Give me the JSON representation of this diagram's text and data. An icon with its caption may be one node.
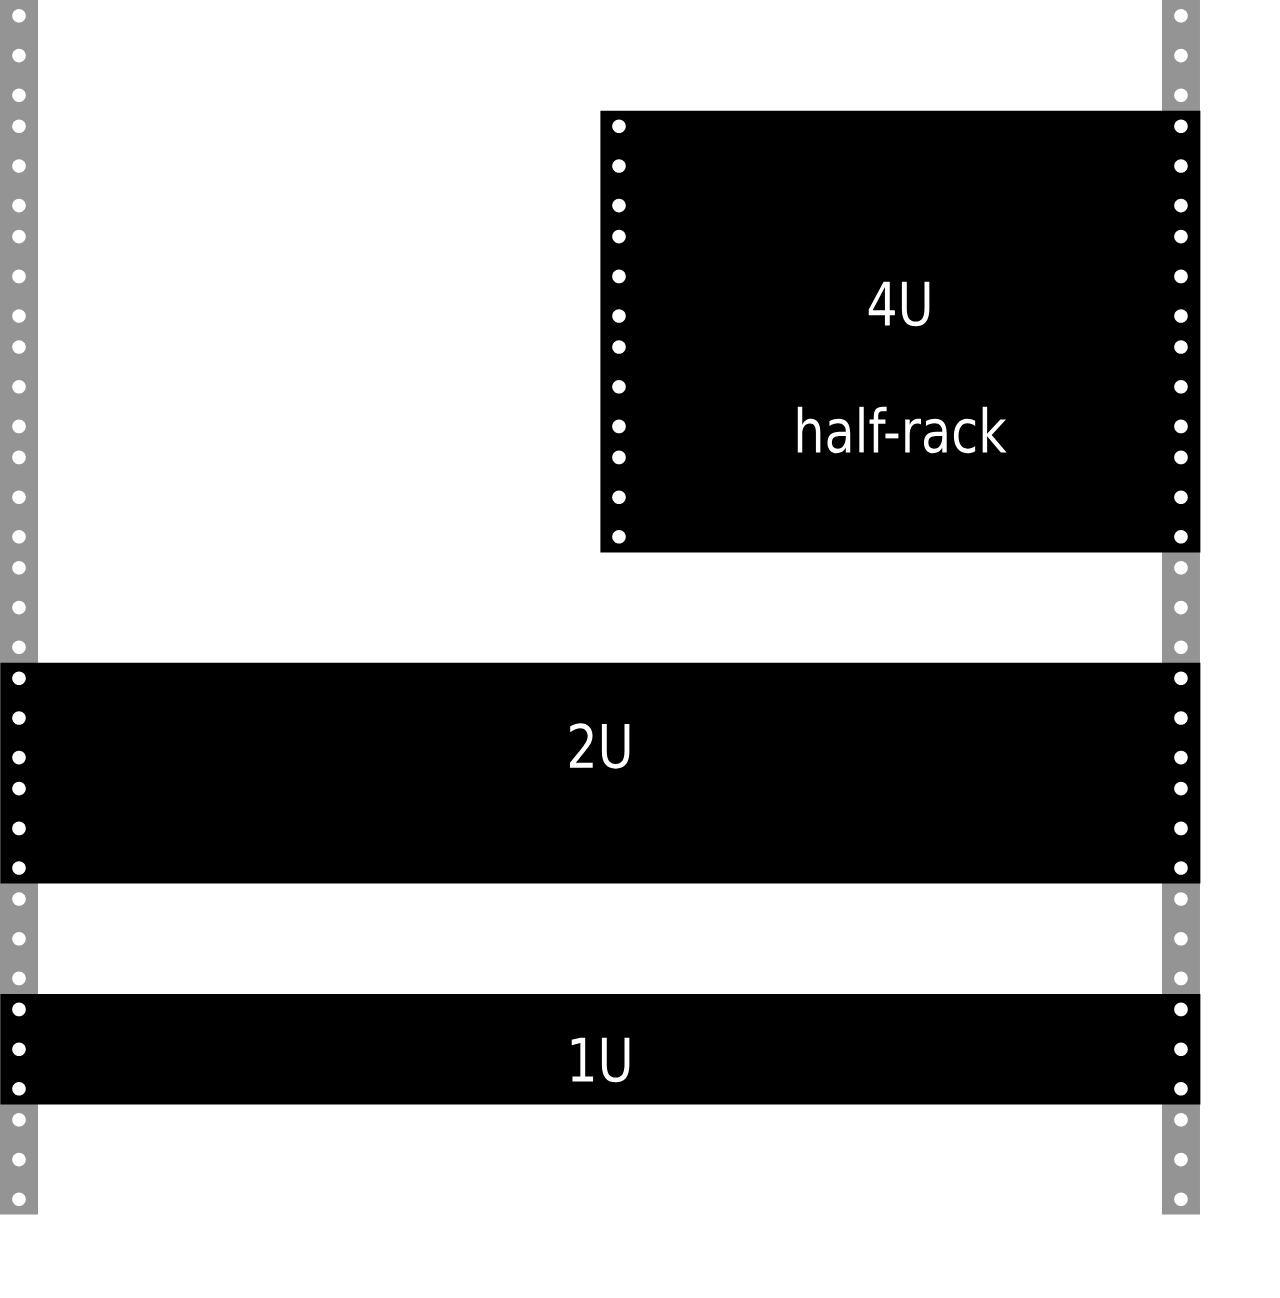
{
  "diagram": {
    "nodes": [
      {
        "text": [
          "4U",
          "half-rack"
        ]
      },
      {
        "text": [
          "2U"
        ]
      },
      {
        "text": [
          "1U"
        ]
      }
    ]
  }
}
